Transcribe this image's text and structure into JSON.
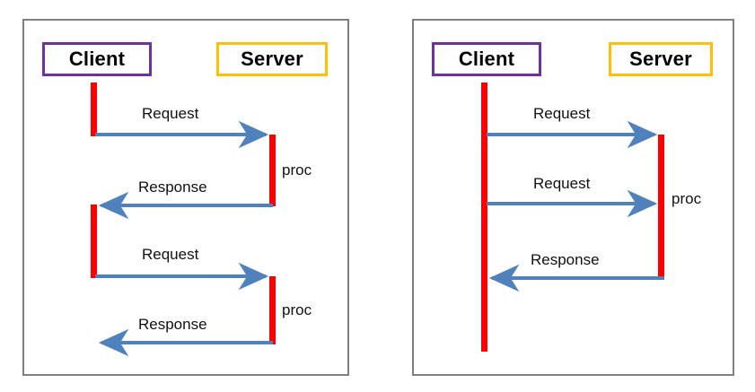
{
  "figure": {
    "type": "sequence-diagram-pair",
    "background": "#ffffff",
    "panel_border_color": "#808080",
    "client_border_color": "#7030A0",
    "server_border_color": "#FFC000",
    "lifeline_color": "#FF0000",
    "arrow_color": "#4F81BD"
  },
  "panels": [
    {
      "id": "left",
      "name": "sequential-request-response",
      "actors": [
        {
          "key": "client",
          "label": "Client"
        },
        {
          "key": "server",
          "label": "Server"
        }
      ],
      "messages": [
        {
          "label": "Request",
          "direction": "client-to-server"
        },
        {
          "label": "Response",
          "direction": "server-to-client"
        },
        {
          "label": "Request",
          "direction": "client-to-server"
        },
        {
          "label": "Response",
          "direction": "server-to-client"
        }
      ],
      "processing_labels": [
        {
          "label": "proc"
        },
        {
          "label": "proc"
        }
      ]
    },
    {
      "id": "right",
      "name": "pipelined-request-response",
      "actors": [
        {
          "key": "client",
          "label": "Client"
        },
        {
          "key": "server",
          "label": "Server"
        }
      ],
      "messages": [
        {
          "label": "Request",
          "direction": "client-to-server"
        },
        {
          "label": "Request",
          "direction": "client-to-server"
        },
        {
          "label": "Response",
          "direction": "server-to-client"
        }
      ],
      "processing_labels": [
        {
          "label": "proc"
        }
      ]
    }
  ]
}
